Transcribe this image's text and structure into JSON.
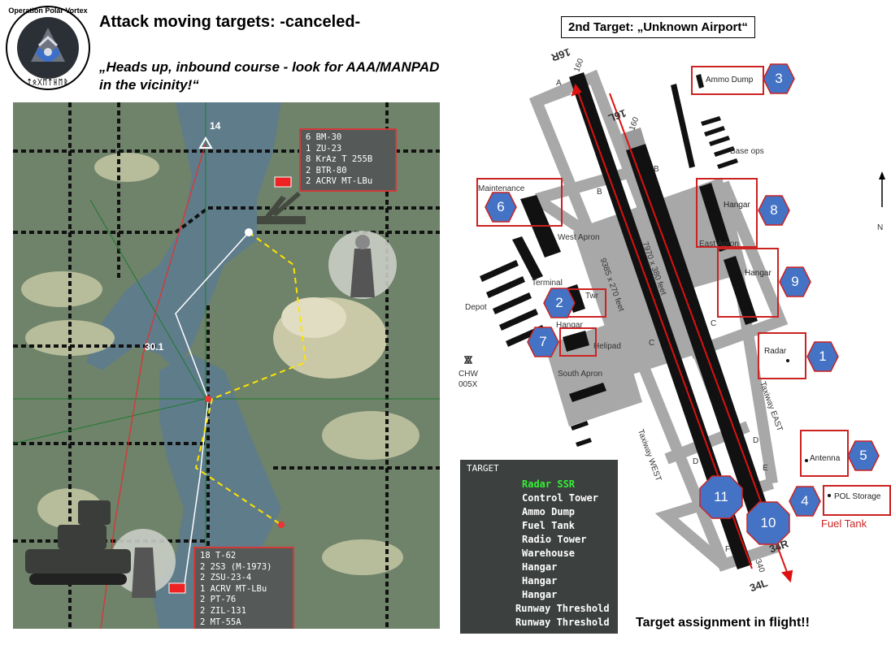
{
  "header": {
    "logo_text_top": "Operation Polar Vortex",
    "logo_text_bottom": "ᛏᛟᚷᛖᛏᚺᛖᚱ",
    "title": "Attack moving targets: -canceled-",
    "warning": "„Heads up, inbound course - look for AAA/MANPAD in the vicinity!“"
  },
  "map": {
    "waypoint_14": "14",
    "waypoint_301": "30.1",
    "unit_group_north": [
      "6 BM-30",
      "1 ZU-23",
      "8 KrAz T 255B",
      "2 BTR-80",
      "2 ACRV MT-LBu"
    ],
    "unit_group_south": [
      "18 T-62",
      "2 2S3 (M-1973)",
      "2 ZSU-23-4",
      "1 ACRV MT-LBu",
      "2 PT-76",
      "2 ZIL-131",
      "2 MT-55A"
    ]
  },
  "airport": {
    "second_target": "2nd Target: „Unknown Airport“",
    "runway_labels": {
      "r16r": "16R",
      "r16l": "16L",
      "r34r": "34R",
      "r34l": "34L",
      "hdg160a": "160",
      "hdg160b": "160",
      "hdg340": "340"
    },
    "runway_dims": {
      "west": "9385 x 270 feet",
      "east": "7970 x 380 feet"
    },
    "labels": {
      "maintenance": "Maintenance",
      "west_apron": "West Apron",
      "terminal": "Terminal",
      "twr": "Twr",
      "depot": "Depot",
      "hangar_small": "Hangar",
      "helipad": "Helipad",
      "south_apron": "South Apron",
      "chw": "CHW",
      "chw_freq": "005X",
      "base_ops": "Base ops",
      "east_apron": "East Apron",
      "taxiway_east": "Taxiway EAST",
      "taxiway_west": "Taxiway WEST",
      "north": "N",
      "twy_a": "A",
      "twy_b1": "B",
      "twy_b2": "B",
      "twy_c1": "C",
      "twy_c2": "C",
      "twy_d1": "D",
      "twy_d2": "D",
      "twy_e": "E",
      "twy_f": "F"
    },
    "targets": [
      {
        "num": "1",
        "name": "Radar"
      },
      {
        "num": "2",
        "name": ""
      },
      {
        "num": "3",
        "name": "Ammo Dump"
      },
      {
        "num": "4",
        "name": "POL Storage"
      },
      {
        "num": "5",
        "name": "Antenna"
      },
      {
        "num": "6",
        "name": ""
      },
      {
        "num": "7",
        "name": ""
      },
      {
        "num": "8",
        "name": "Hangar"
      },
      {
        "num": "9",
        "name": "Hangar"
      },
      {
        "num": "10",
        "name": ""
      },
      {
        "num": "11",
        "name": ""
      }
    ],
    "fuel_tank_note": "Fuel Tank"
  },
  "target_list": {
    "header": "Target",
    "items": [
      "Radar SSR",
      "Control Tower",
      "Ammo Dump",
      "Fuel Tank",
      "Radio Tower",
      "Warehouse",
      "Hangar",
      "Hangar",
      "Hangar",
      "Runway Threshold",
      "Runway Threshold"
    ],
    "selected_index": 0
  },
  "footer": {
    "assignment": "Target assignment in flight!!"
  },
  "colors": {
    "frame_red": "#cc2222",
    "hex_blue": "#4472c4",
    "select_green": "#35f035",
    "yellow_route": "#ffe400"
  }
}
